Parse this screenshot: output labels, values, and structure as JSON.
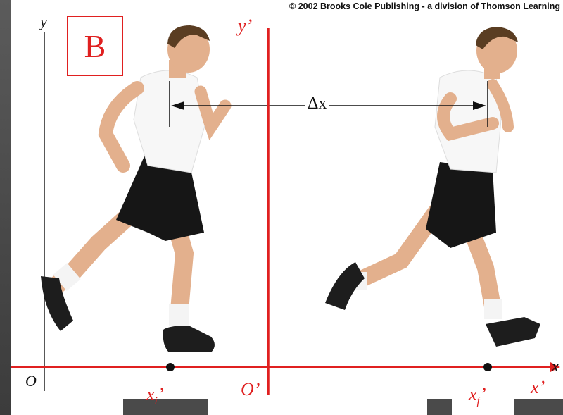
{
  "copyright": "© 2002 Brooks Cole Publishing - a division of Thomson Learning",
  "box_label": "B",
  "axes": {
    "y": "y",
    "x": "x",
    "origin": "O",
    "y_prime": "y’",
    "x_prime": "x’",
    "origin_prime": "O’"
  },
  "displacement_label": "Δx",
  "positions": {
    "initial_base": "x",
    "initial_sub": "i",
    "initial_mark": "’",
    "final_base": "x",
    "final_sub": "f",
    "final_mark": "’"
  },
  "colors": {
    "frame_red": "#e02020",
    "skin": "#e3b08d",
    "shirt": "#f7f7f7",
    "shorts": "#161616",
    "hair": "#5a3d22"
  }
}
